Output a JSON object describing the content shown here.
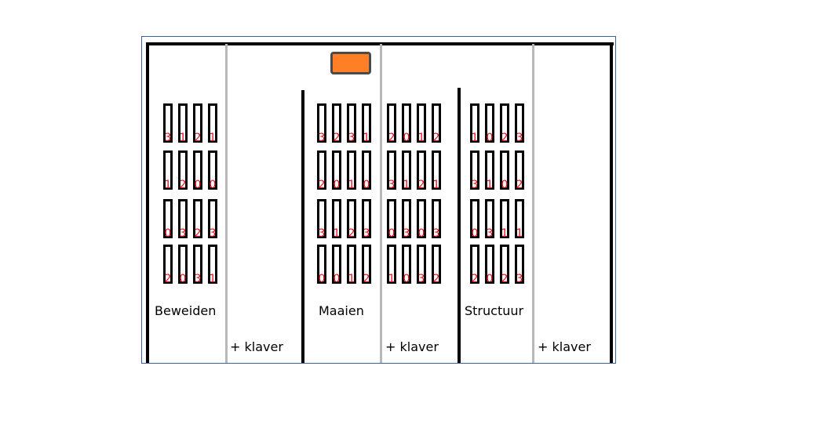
{
  "diagram": {
    "marker_color": "#ff7f27",
    "digit_color": "#e8101e",
    "columns": [
      {
        "label": "Beweiden",
        "rows": [
          [
            "3",
            "1",
            "2",
            "1"
          ],
          [
            "1",
            "2",
            "0",
            "0"
          ],
          [
            "0",
            "3",
            "2",
            "3"
          ],
          [
            "2",
            "0",
            "3",
            "1"
          ]
        ]
      },
      {
        "label": "+ klaver",
        "rows": []
      },
      {
        "label": "Maaien",
        "rows": [
          [
            "3",
            "2",
            "3",
            "1"
          ],
          [
            "2",
            "0",
            "1",
            "0"
          ],
          [
            "3",
            "1",
            "2",
            "3"
          ],
          [
            "0",
            "0",
            "1",
            "2"
          ]
        ]
      },
      {
        "label": "+ klaver",
        "rows": [
          [
            "2",
            "0",
            "1",
            "2"
          ],
          [
            "3",
            "1",
            "2",
            "1"
          ],
          [
            "0",
            "3",
            "0",
            "3"
          ],
          [
            "1",
            "0",
            "3",
            "2"
          ]
        ]
      },
      {
        "label": "Structuur",
        "rows": [
          [
            "1",
            "0",
            "2",
            "3"
          ],
          [
            "3",
            "1",
            "0",
            "2"
          ],
          [
            "0",
            "3",
            "1",
            "1"
          ],
          [
            "2",
            "0",
            "2",
            "3"
          ]
        ]
      },
      {
        "label": "+ klaver",
        "rows": []
      }
    ]
  }
}
